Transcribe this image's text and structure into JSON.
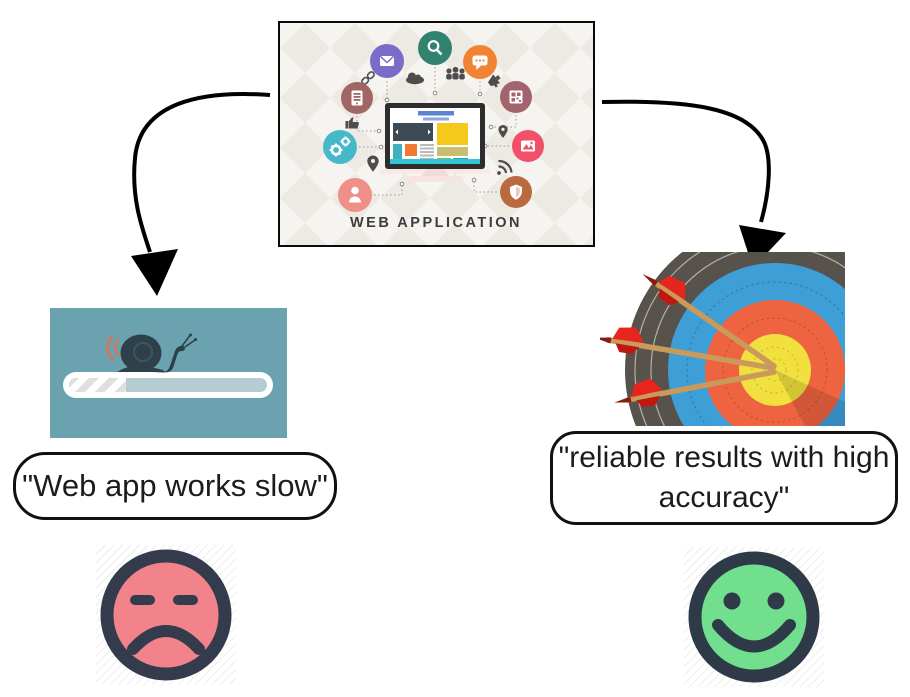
{
  "web_application": {
    "caption": "WEB APPLICATION",
    "background_color": "#f6f4f0",
    "pattern_color": "#edeae4",
    "icons": [
      "mail-icon",
      "search-icon",
      "chat-icon",
      "server-icon",
      "qr-code-icon",
      "gears-icon",
      "image-icon",
      "user-icon",
      "shield-icon",
      "cloud-icon",
      "team-icon",
      "megaphone-icon",
      "link-icon",
      "thumbs-up-icon",
      "location-pin-icon",
      "rss-signal-icon"
    ],
    "icon_colors": {
      "mail": "#7a6cc8",
      "search": "#31836f",
      "chat": "#f08334",
      "server": "#a26565",
      "qr": "#a2656d",
      "gears": "#46b9c9",
      "image": "#f05068",
      "user": "#f08e88",
      "shield": "#ba6a3e"
    }
  },
  "branches": {
    "slow": {
      "quote_lines": [
        "\"Web app works slow\""
      ],
      "progress_fraction": 0.27,
      "background_color": "#6aa3af",
      "face_fill": "#f2838b",
      "face_outline": "#333b4d"
    },
    "accurate": {
      "quote_lines": [
        "\"reliable results with high",
        "accuracy\""
      ],
      "target_colors": [
        "#57524b",
        "#3e9ed6",
        "#ef6440",
        "#f1e03e"
      ],
      "face_fill": "#71df8e",
      "face_outline": "#2e3a48"
    }
  },
  "arrow_color": "#000000"
}
